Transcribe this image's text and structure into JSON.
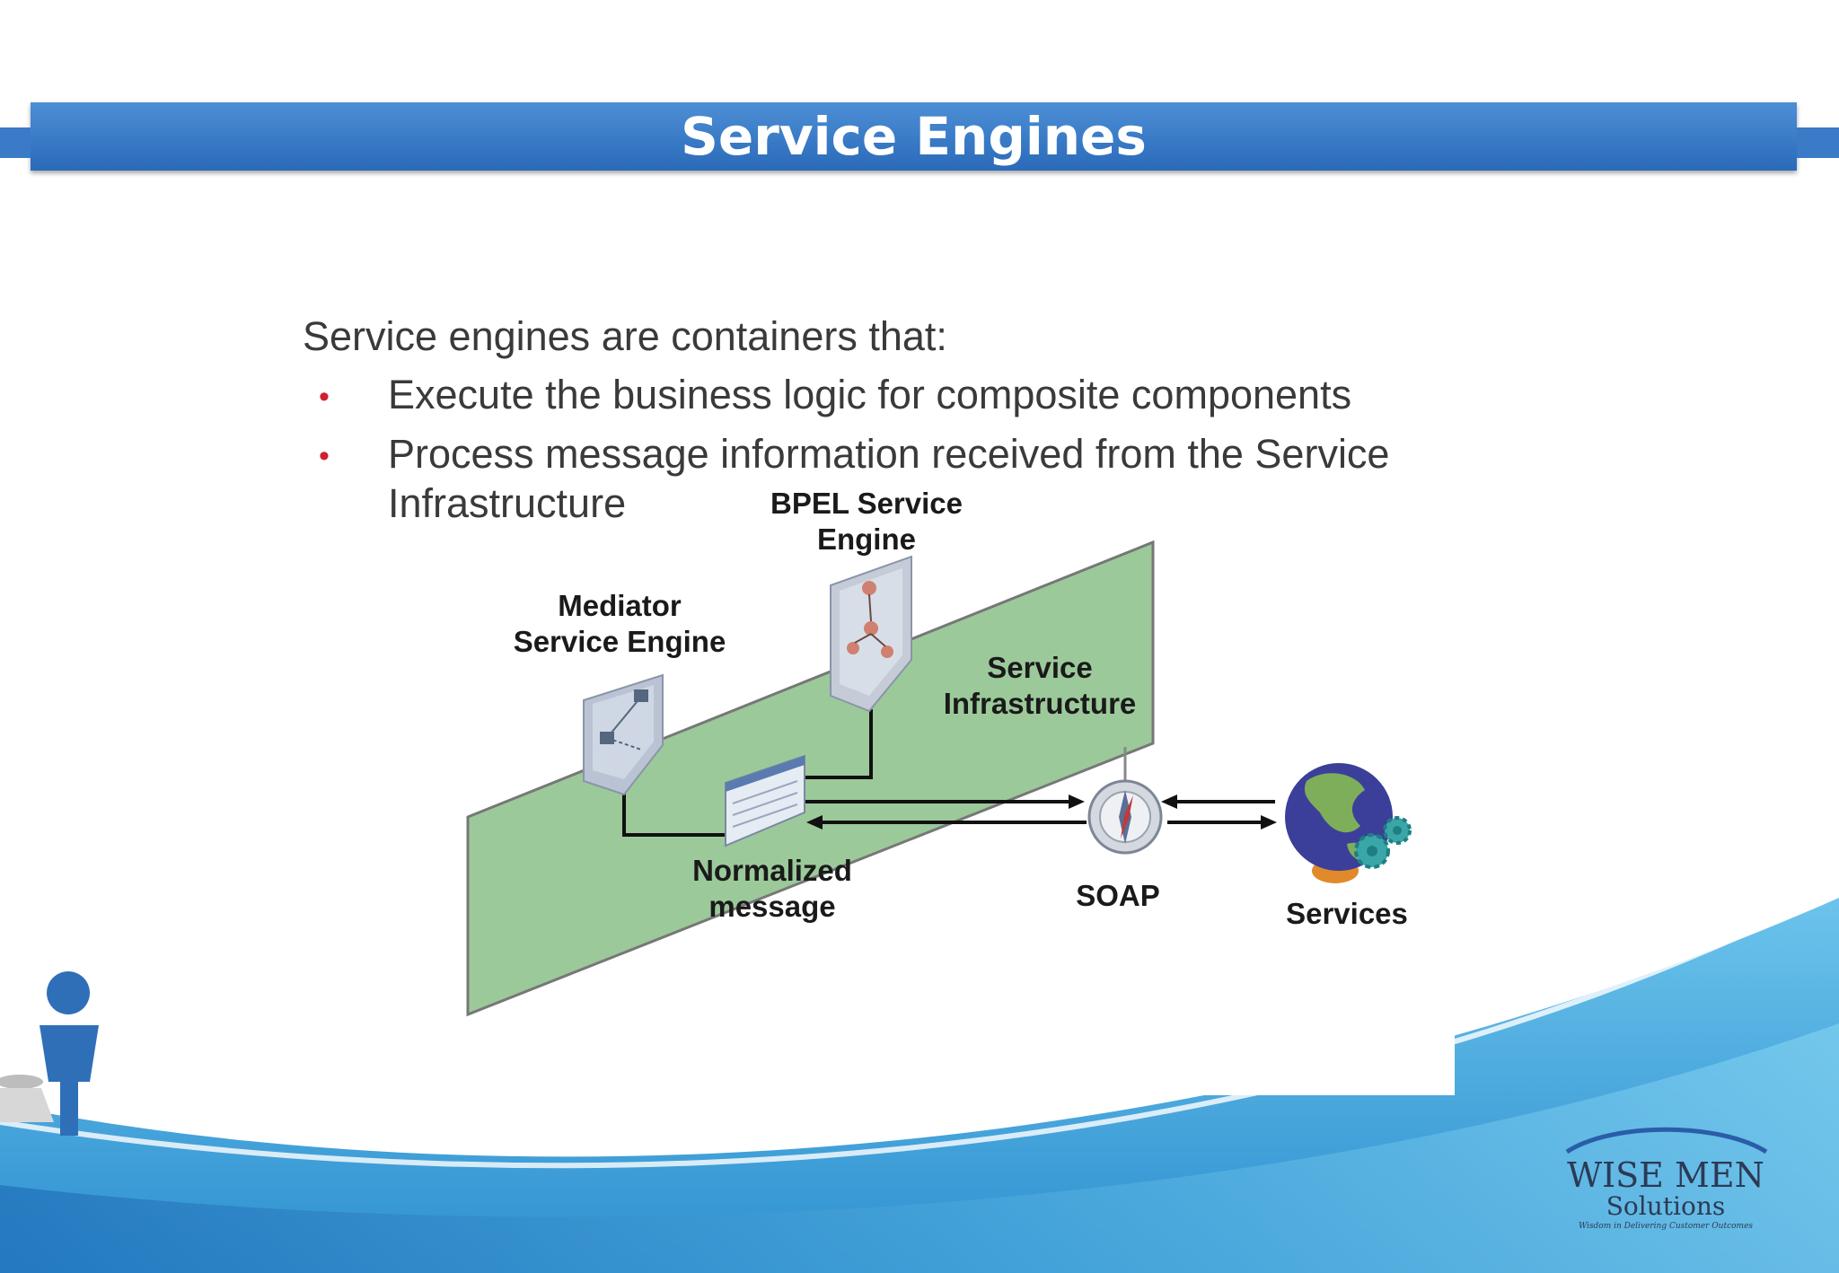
{
  "slide": {
    "title": "Service Engines",
    "intro": "Service engines are containers that:",
    "bullets": [
      "Execute the business logic for composite components",
      "Process message information received from the Service",
      "Infrastructure"
    ]
  },
  "diagram": {
    "bpel_label_line1": "BPEL Service",
    "bpel_label_line2": "Engine",
    "mediator_label_line1": "Mediator",
    "mediator_label_line2": "Service Engine",
    "infra_label_line1": "Service",
    "infra_label_line2": "Infrastructure",
    "normalized_line1": "Normalized",
    "normalized_line2": "message",
    "soap_label": "SOAP",
    "services_label": "Services",
    "plane_color": "#9cc99a"
  },
  "logo": {
    "name_line1": "WISE MEN",
    "name_line2": "Solutions",
    "tagline": "Wisdom in Delivering Customer Outcomes"
  }
}
